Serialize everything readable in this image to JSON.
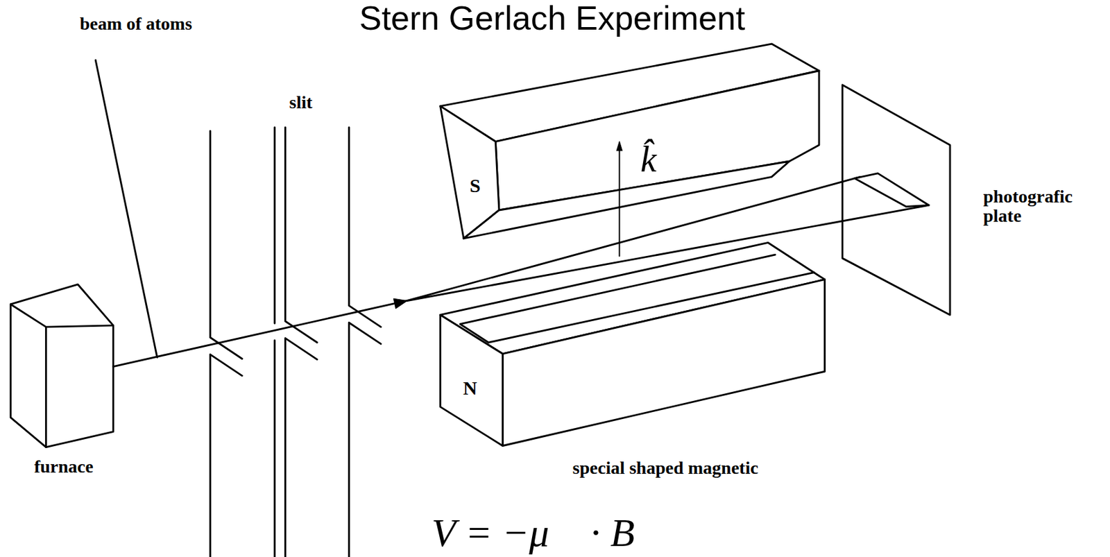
{
  "diagram": {
    "title": "Stern Gerlach Experiment",
    "nodes": [
      {
        "text": [
          "furnace"
        ]
      },
      {
        "text": [
          "S"
        ]
      },
      {
        "text": [
          "N"
        ]
      },
      {
        "text": [
          "photografic plate"
        ]
      }
    ],
    "labels": [
      "beam of atoms",
      "slit",
      "k̂",
      "special shaped magnetic",
      "V = −μ⃗ · B⃗"
    ]
  }
}
